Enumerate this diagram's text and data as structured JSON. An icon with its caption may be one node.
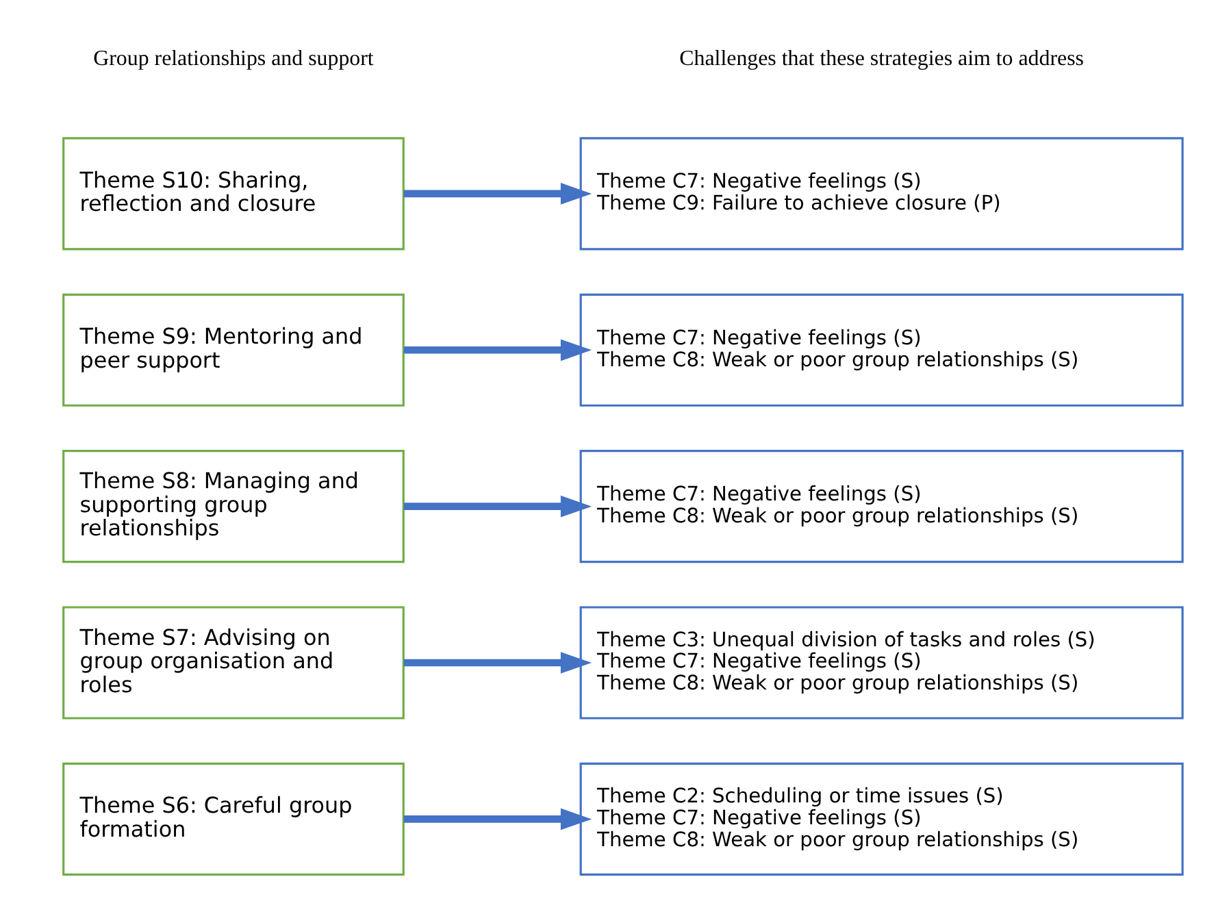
{
  "diagram": {
    "nodes": [
      {
        "text": [
          "Theme S6: Careful group formation"
        ]
      },
      {
        "text": [
          "Theme C2: Scheduling or time issues (S)",
          "Theme C7: Negative feelings (S)",
          "Theme C8: Weak or poor group relationships (S)"
        ]
      },
      {
        "text": [
          "Theme S7: Advising on group organisation and roles"
        ]
      },
      {
        "text": [
          "Theme C3: Unequal division of tasks and roles (S)",
          "Theme C7: Negative feelings (S)",
          "Theme C8: Weak or poor group relationships (S)"
        ]
      },
      {
        "text": [
          "Theme S8: Managing and supporting group relationships"
        ]
      },
      {
        "text": [
          "Theme C7: Negative feelings (S)",
          "Theme C8: Weak or poor group relationships (S)"
        ]
      },
      {
        "text": [
          "Theme S9: Mentoring and peer support"
        ]
      },
      {
        "text": [
          "Theme C7: Negative feelings (S)",
          "Theme C8: Weak or poor group relationships (S)"
        ]
      },
      {
        "text": [
          "Theme S10: Sharing, reflection and closure"
        ]
      },
      {
        "text": [
          "Theme C7: Negative feelings (S)",
          "Theme C9: Failure to achieve closure (P)"
        ]
      }
    ],
    "edges": [
      {
        "from": 0,
        "to": 1,
        "arrow": "to"
      },
      {
        "from": 2,
        "to": 3,
        "arrow": "to"
      },
      {
        "from": 4,
        "to": 5,
        "arrow": "to"
      },
      {
        "from": 6,
        "to": 7,
        "arrow": "to"
      },
      {
        "from": 8,
        "to": 9,
        "arrow": "to"
      }
    ],
    "labels": [
      "Group relationships and support",
      "Challenges that these strategies aim to address"
    ]
  }
}
